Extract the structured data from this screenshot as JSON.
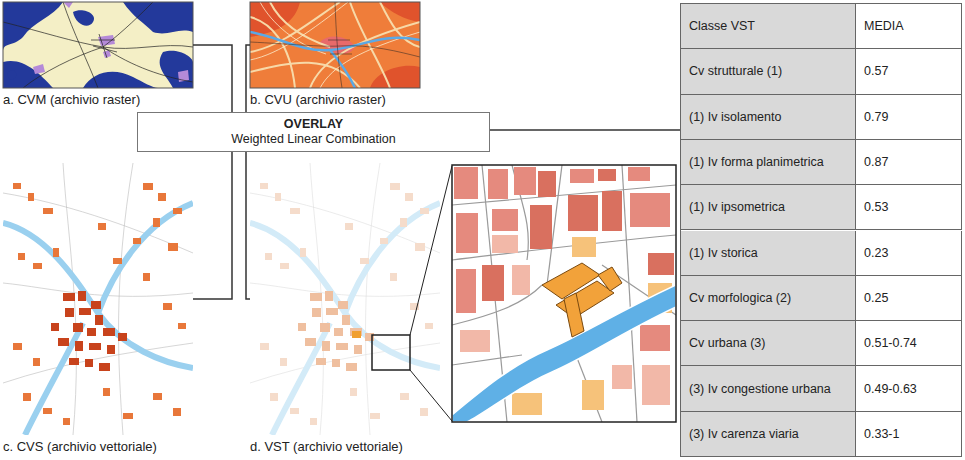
{
  "diagram": {
    "nodes": [
      {
        "text": [
          "a. CVM (archivio raster)"
        ]
      },
      {
        "text": [
          "b. CVU (archivio raster)"
        ]
      },
      {
        "text": [
          "OVERLAY",
          "Weighted Linear Combination"
        ]
      },
      {
        "text": [
          "c. CVS (archivio vettoriale)"
        ]
      },
      {
        "text": [
          "d. VST (archivio vettoriale)"
        ]
      }
    ],
    "edges": [
      {
        "from": 0,
        "to": 2,
        "arrow": "none"
      },
      {
        "from": 1,
        "to": 2,
        "arrow": "none"
      },
      {
        "from": 3,
        "to": 2,
        "arrow": "none"
      },
      {
        "from": 2,
        "to": 4,
        "arrow": "none"
      }
    ],
    "labels": [
      "Classe VST",
      "MEDIA",
      "Cv strutturale (1)",
      "0.57",
      "(1) Iv isolamento",
      "0.79",
      "(1) Iv forma planimetrica",
      "0.87",
      "(1) Iv ipsometrica",
      "0.53",
      "(1) Iv storica",
      "0.23",
      "Cv morfologica (2)",
      "0.25",
      "Cv urbana (3)",
      "0.51-0.74",
      "(3) Iv congestione urbana",
      "0.49-0.63",
      "(3) Iv carenza viaria",
      "0.33-1"
    ]
  }
}
